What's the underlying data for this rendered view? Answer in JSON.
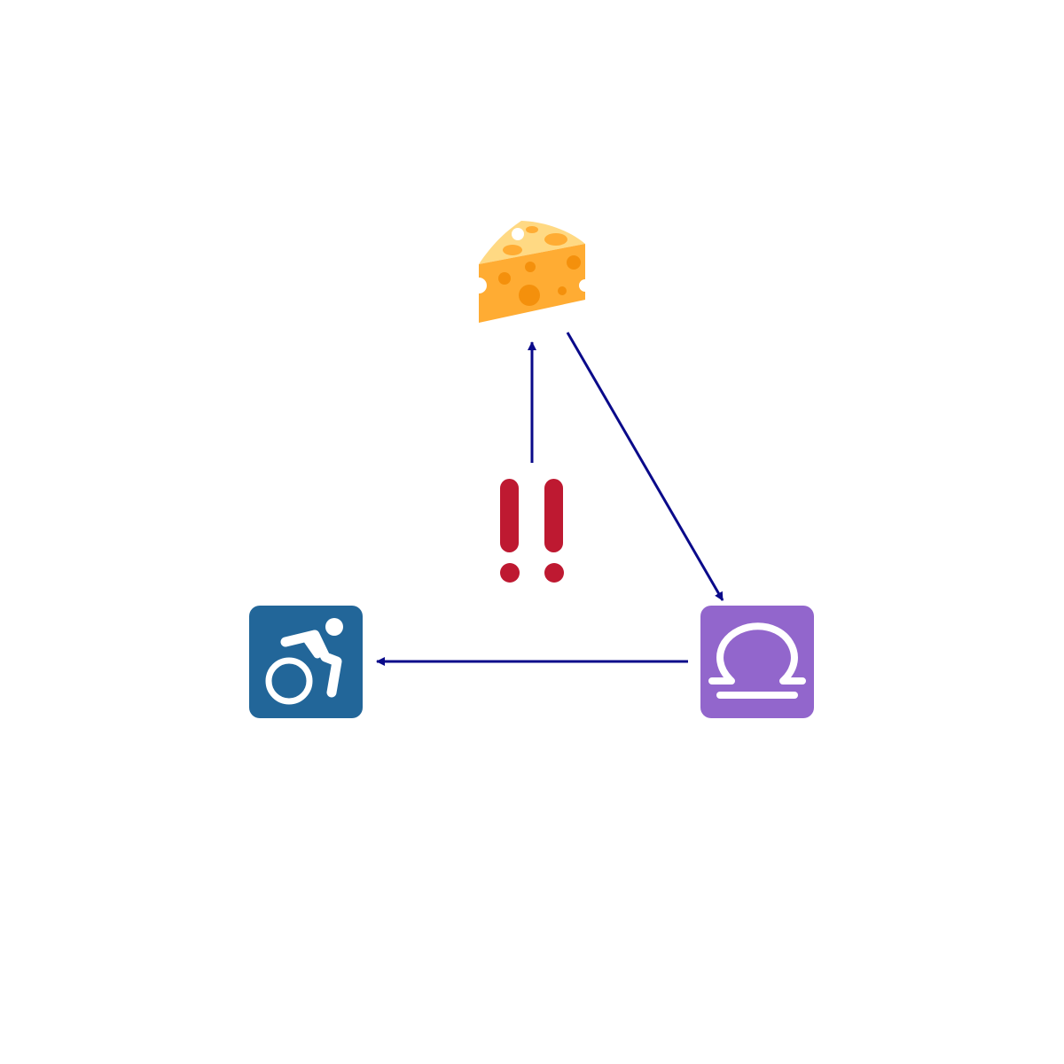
{
  "diagram": {
    "nodes": [
      {
        "id": "cheese",
        "icon": "cheese-wedge-icon"
      },
      {
        "id": "exclamation",
        "icon": "double-exclamation-icon"
      },
      {
        "id": "libra",
        "icon": "libra-zodiac-icon"
      },
      {
        "id": "wheelchair",
        "icon": "motorized-wheelchair-icon"
      }
    ],
    "edges": [
      {
        "from": "exclamation",
        "to": "cheese"
      },
      {
        "from": "cheese",
        "to": "libra"
      },
      {
        "from": "libra",
        "to": "wheelchair"
      }
    ],
    "colors": {
      "edge": "#0a0a8a",
      "cheese_light": "#ffd983",
      "cheese_body": "#ffac33",
      "cheese_hole": "#f4900c",
      "exclamation": "#be1931",
      "libra_bg": "#9266cc",
      "wheelchair_bg": "#226699",
      "glyph": "#ffffff"
    }
  }
}
